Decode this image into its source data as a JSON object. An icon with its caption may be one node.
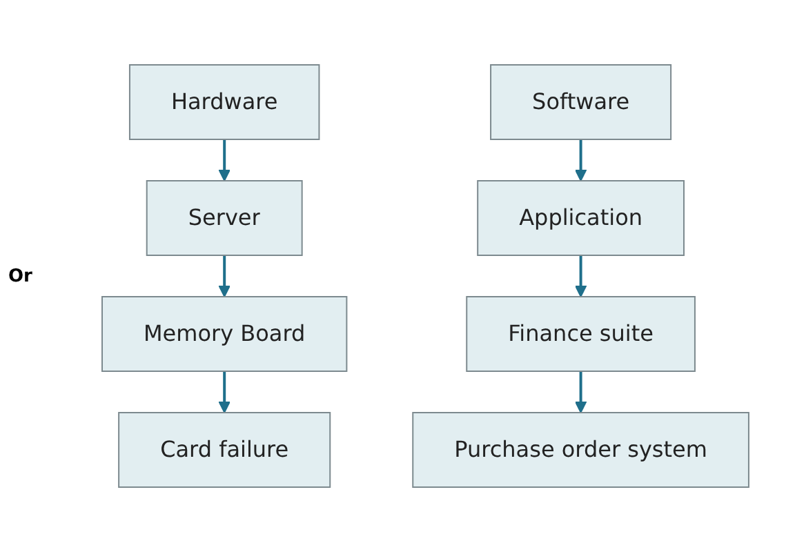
{
  "diagram": {
    "nodes": [
      {
        "text": [
          "Hardware"
        ]
      },
      {
        "text": [
          "Server"
        ]
      },
      {
        "text": [
          "Memory Board"
        ]
      },
      {
        "text": [
          "Card failure"
        ]
      },
      {
        "text": [
          "Software"
        ]
      },
      {
        "text": [
          "Application"
        ]
      },
      {
        "text": [
          "Finance suite"
        ]
      },
      {
        "text": [
          "Purchase order system"
        ]
      }
    ],
    "edges": [
      {
        "from": 0,
        "to": 1,
        "arrow": "to"
      },
      {
        "from": 1,
        "to": 2,
        "arrow": "to"
      },
      {
        "from": 2,
        "to": 3,
        "arrow": "to"
      },
      {
        "from": 4,
        "to": 5,
        "arrow": "to"
      },
      {
        "from": 5,
        "to": 6,
        "arrow": "to"
      },
      {
        "from": 6,
        "to": 7,
        "arrow": "to"
      }
    ],
    "labels": [
      "Or"
    ]
  }
}
